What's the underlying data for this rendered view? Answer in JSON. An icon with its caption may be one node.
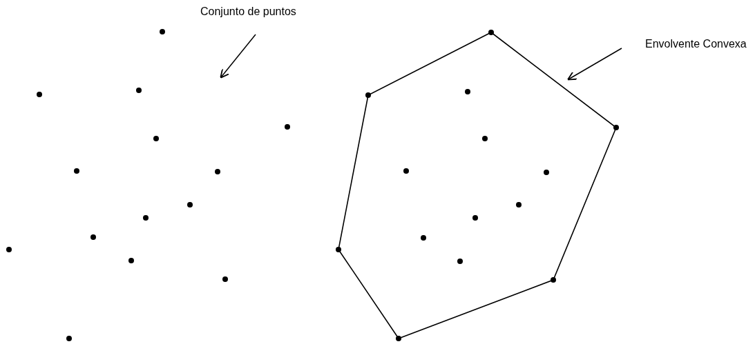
{
  "diagram": {
    "nodes": [
      {
        "text": [
          "Conjunto de puntos"
        ]
      },
      {
        "text": [
          "Envolvente Convexa"
        ]
      },
      {
        "text": [],
        "shape": "polygon"
      }
    ],
    "edges": [
      {
        "from": 0,
        "to": null,
        "arrow": "to"
      },
      {
        "from": 1,
        "to": 2,
        "arrow": "to"
      }
    ]
  }
}
